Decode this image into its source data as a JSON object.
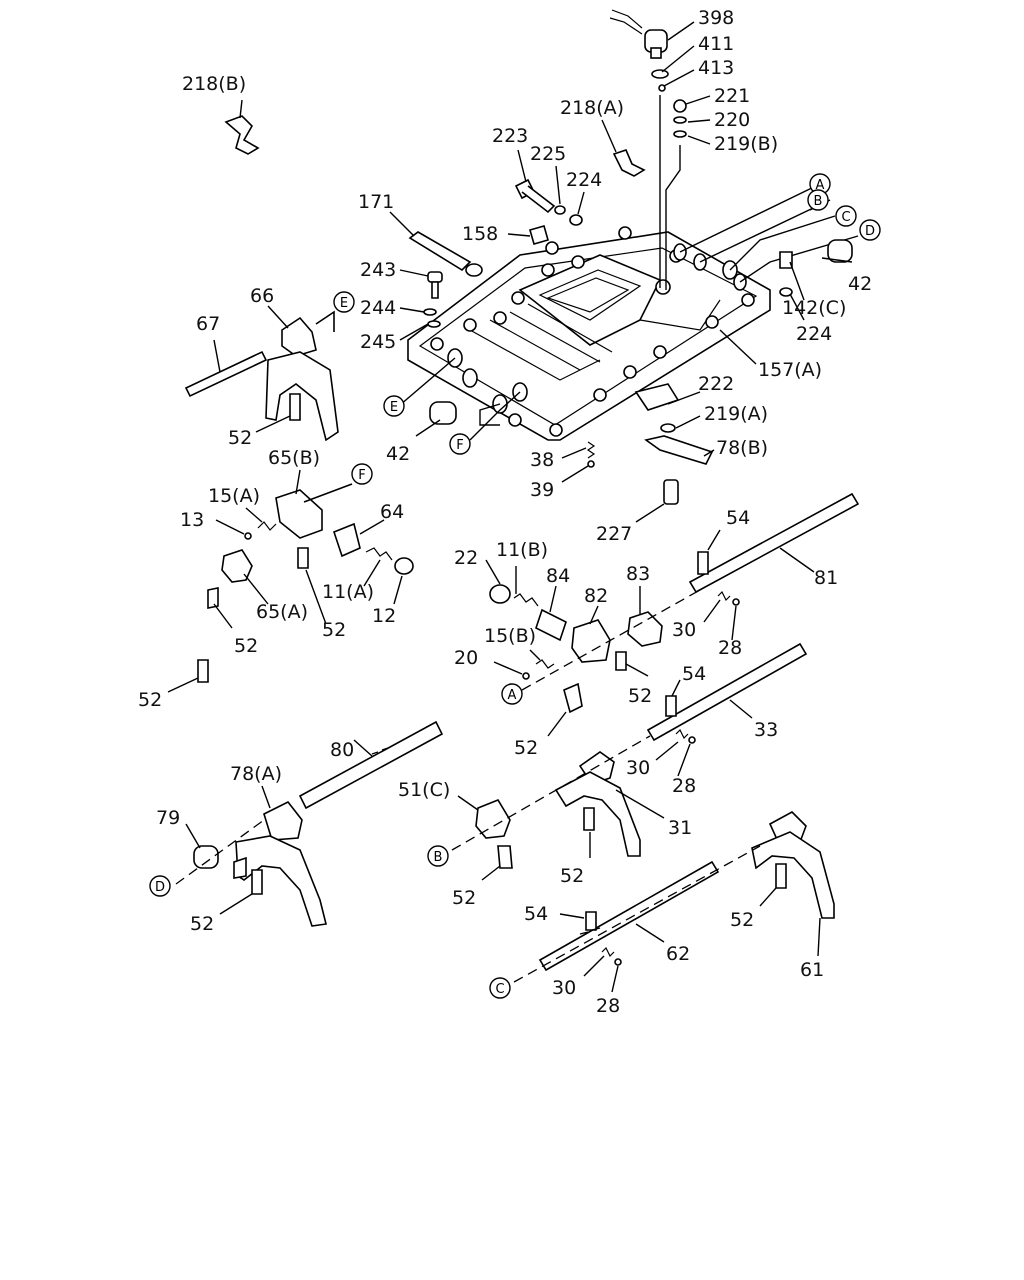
{
  "diagram": {
    "labels": [
      {
        "id": "398",
        "text": "398"
      },
      {
        "id": "411",
        "text": "411"
      },
      {
        "id": "413",
        "text": "413"
      },
      {
        "id": "221",
        "text": "221"
      },
      {
        "id": "220",
        "text": "220"
      },
      {
        "id": "219B",
        "text": "219(B)"
      },
      {
        "id": "218B",
        "text": "218(B)"
      },
      {
        "id": "218A",
        "text": "218(A)"
      },
      {
        "id": "223",
        "text": "223"
      },
      {
        "id": "225",
        "text": "225"
      },
      {
        "id": "224a",
        "text": "224"
      },
      {
        "id": "171",
        "text": "171"
      },
      {
        "id": "158",
        "text": "158"
      },
      {
        "id": "243",
        "text": "243"
      },
      {
        "id": "244",
        "text": "244"
      },
      {
        "id": "245",
        "text": "245"
      },
      {
        "id": "66",
        "text": "66"
      },
      {
        "id": "67",
        "text": "67"
      },
      {
        "id": "52a",
        "text": "52"
      },
      {
        "id": "42a",
        "text": "42"
      },
      {
        "id": "42b",
        "text": "42"
      },
      {
        "id": "142C",
        "text": "142(C)"
      },
      {
        "id": "224b",
        "text": "224"
      },
      {
        "id": "157A",
        "text": "157(A)"
      },
      {
        "id": "222",
        "text": "222"
      },
      {
        "id": "219A",
        "text": "219(A)"
      },
      {
        "id": "78B",
        "text": "78(B)"
      },
      {
        "id": "38",
        "text": "38"
      },
      {
        "id": "39",
        "text": "39"
      },
      {
        "id": "227",
        "text": "227"
      },
      {
        "id": "65B",
        "text": "65(B)"
      },
      {
        "id": "15A",
        "text": "15(A)"
      },
      {
        "id": "13",
        "text": "13"
      },
      {
        "id": "64",
        "text": "64"
      },
      {
        "id": "65A",
        "text": "65(A)"
      },
      {
        "id": "11A",
        "text": "11(A)"
      },
      {
        "id": "12",
        "text": "12"
      },
      {
        "id": "52b",
        "text": "52"
      },
      {
        "id": "52c",
        "text": "52"
      },
      {
        "id": "52d",
        "text": "52"
      },
      {
        "id": "22",
        "text": "22"
      },
      {
        "id": "11B",
        "text": "11(B)"
      },
      {
        "id": "84",
        "text": "84"
      },
      {
        "id": "82",
        "text": "82"
      },
      {
        "id": "83",
        "text": "83"
      },
      {
        "id": "54a",
        "text": "54"
      },
      {
        "id": "81",
        "text": "81"
      },
      {
        "id": "30a",
        "text": "30"
      },
      {
        "id": "28a",
        "text": "28"
      },
      {
        "id": "15B",
        "text": "15(B)"
      },
      {
        "id": "20",
        "text": "20"
      },
      {
        "id": "52e",
        "text": "52"
      },
      {
        "id": "52f",
        "text": "52"
      },
      {
        "id": "54b",
        "text": "54"
      },
      {
        "id": "33",
        "text": "33"
      },
      {
        "id": "30b",
        "text": "30"
      },
      {
        "id": "28b",
        "text": "28"
      },
      {
        "id": "80",
        "text": "80"
      },
      {
        "id": "78A",
        "text": "78(A)"
      },
      {
        "id": "79",
        "text": "79"
      },
      {
        "id": "51C",
        "text": "51(C)"
      },
      {
        "id": "31",
        "text": "31"
      },
      {
        "id": "52g",
        "text": "52"
      },
      {
        "id": "52h",
        "text": "52"
      },
      {
        "id": "52i",
        "text": "52"
      },
      {
        "id": "54c",
        "text": "54"
      },
      {
        "id": "62",
        "text": "62"
      },
      {
        "id": "30c",
        "text": "30"
      },
      {
        "id": "28c",
        "text": "28"
      },
      {
        "id": "52j",
        "text": "52"
      },
      {
        "id": "61",
        "text": "61"
      }
    ],
    "connectors": [
      {
        "id": "cA1",
        "text": "A"
      },
      {
        "id": "cB1",
        "text": "B"
      },
      {
        "id": "cC1",
        "text": "C"
      },
      {
        "id": "cD1",
        "text": "D"
      },
      {
        "id": "cE1",
        "text": "E"
      },
      {
        "id": "cE2",
        "text": "E"
      },
      {
        "id": "cF1",
        "text": "F"
      },
      {
        "id": "cF2",
        "text": "F"
      },
      {
        "id": "cA2",
        "text": "A"
      },
      {
        "id": "cB2",
        "text": "B"
      },
      {
        "id": "cD2",
        "text": "D"
      },
      {
        "id": "cC2",
        "text": "C"
      }
    ]
  }
}
